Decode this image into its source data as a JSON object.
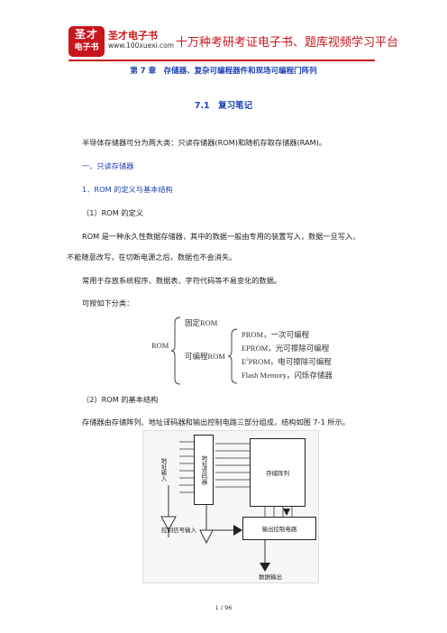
{
  "header": {
    "logo_line1": "圣才",
    "logo_line2": "电子书",
    "brand_name": "圣才电子书",
    "brand_url": "www.100xuexi.com",
    "slogan": "十万种考研考证电子书、题库视频学习平台",
    "brand_color": "#c8161d"
  },
  "chapter_title": "第 7 章　存储器、复杂可编程器件和现场可编程门阵列",
  "section_title": "7.1　复习笔记",
  "paragraphs": {
    "intro": "半导体存储器可分为两大类：只读存储器(ROM)和随机存取存储器(RAM)。",
    "h1": "一、只读存储器",
    "h2": "1．ROM 的定义与基本结构",
    "h3a": "（1）ROM 的定义",
    "def_line1": "ROM 是一种永久性数据存储器，其中的数据一般由专用的装置写入，数据一旦写入，",
    "def_line2": "不能随意改写，在切断电源之后，数据也不会消失。",
    "usage": "常用于存放系统程序、数据表、字符代码等不易变化的数据。",
    "classify": "可按如下分类：",
    "h3b": "（2）ROM 的基本结构",
    "struct": "存储器由存储阵列、地址译码器和输出控制电路三部分组成，结构如图 7-1 所示。"
  },
  "classification": {
    "root": "ROM",
    "fixed": "固定ROM",
    "programmable": "可编程ROM",
    "prom": "PROM，一次可编程",
    "eprom": "EPROM，光可擦除可编程",
    "e2prom_prefix": "E",
    "e2prom_sup": "2",
    "e2prom_rest": "PROM，电可擦除可编程",
    "flash": "Flash Memory，闪烁存储器"
  },
  "diagram": {
    "address_input": "地址输入",
    "decoder": "地址译码器",
    "storage_array": "存储阵列",
    "control_input": "控制信号输入",
    "output_ctrl": "输出控制电路",
    "data_output": "数据输出"
  },
  "page": "1 / 96"
}
